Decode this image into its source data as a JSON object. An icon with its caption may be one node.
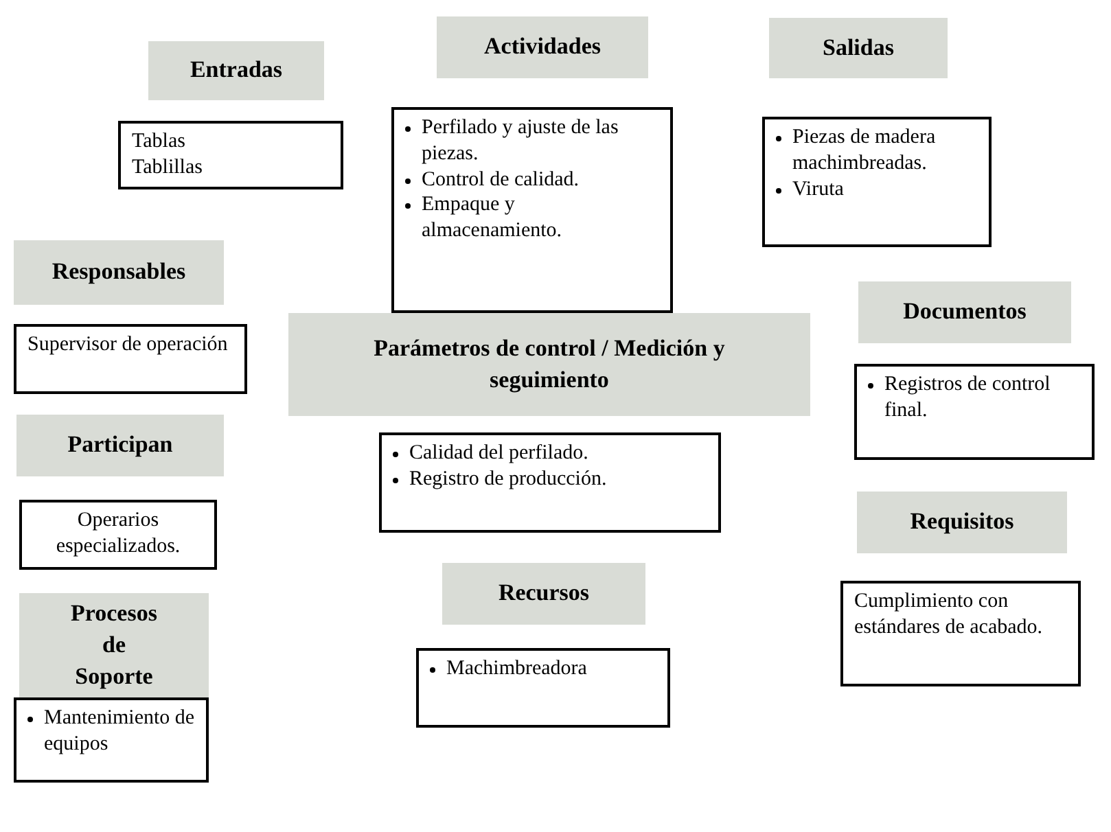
{
  "diagram": {
    "nodes": [
      {
        "text": [
          "Entradas"
        ]
      },
      {
        "text": [
          "Actividades"
        ]
      },
      {
        "text": [
          "Salidas"
        ]
      },
      {
        "text": [
          "Tablas",
          "Tablillas"
        ]
      },
      {
        "text": [
          "Perfilado y ajuste de las piezas.",
          "Control de calidad.",
          "Empaque y almacenamiento."
        ]
      },
      {
        "text": [
          "Piezas de madera machimbreadas.",
          "Viruta"
        ]
      },
      {
        "text": [
          "Responsables"
        ]
      },
      {
        "text": [
          "Documentos"
        ]
      },
      {
        "text": [
          "Supervisor de operación"
        ]
      },
      {
        "text": [
          "Parámetros de control / Medición y seguimiento"
        ]
      },
      {
        "text": [
          "Registros de control final."
        ]
      },
      {
        "text": [
          "Participan"
        ]
      },
      {
        "text": [
          "Calidad del perfilado.",
          "Registro de producción."
        ]
      },
      {
        "text": [
          "Requisitos"
        ]
      },
      {
        "text": [
          "Operarios especializados."
        ]
      },
      {
        "text": [
          "Recursos"
        ]
      },
      {
        "text": [
          "Cumplimiento con estándares de acabado."
        ]
      },
      {
        "text": [
          "Procesos de Soporte"
        ]
      },
      {
        "text": [
          "Machimbreadora"
        ]
      },
      {
        "text": [
          "Mantenimiento de equipos"
        ]
      }
    ]
  }
}
